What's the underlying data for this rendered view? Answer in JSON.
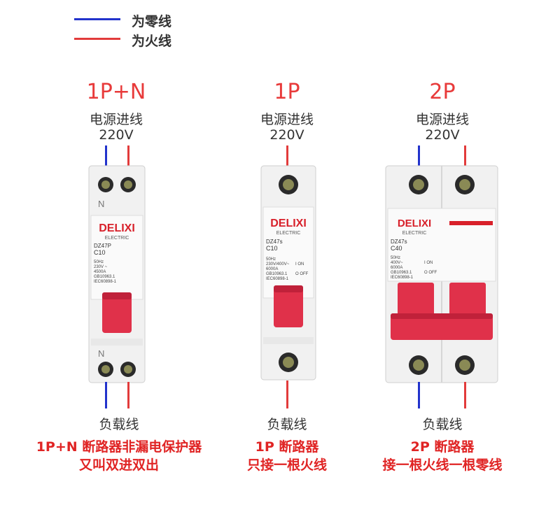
{
  "legend": {
    "neutral_label": "为零线",
    "live_label": "为火线",
    "neutral_color": "#2233cc",
    "live_color": "#e23b3b"
  },
  "breakers": [
    {
      "type": "1P+N",
      "input_label": "电源进线",
      "voltage": "220V",
      "brand": "DELIXI",
      "brand_sub": "ELECTRIC",
      "model": "DZ47P",
      "rating": "C10",
      "specs": [
        "50Hz",
        "230V ~",
        "4500A",
        "GB10963.1",
        "IEC60898-1"
      ],
      "neutral_marks": [
        "N",
        "N"
      ],
      "output_label": "负载线",
      "description": [
        "1P+N 断路器非漏电保护器",
        "又叫双进双出"
      ]
    },
    {
      "type": "1P",
      "input_label": "电源进线",
      "voltage": "220V",
      "brand": "DELIXI",
      "brand_sub": "ELECTRIC",
      "model": "DZ47s",
      "rating": "C10",
      "specs": [
        "50Hz",
        "230V/400V~",
        "6000A",
        "GB10963.1",
        "IEC60898-1"
      ],
      "switch_marks": [
        "I ON",
        "O OFF"
      ],
      "output_label": "负载线",
      "description": [
        "1P 断路器",
        "只接一根火线"
      ]
    },
    {
      "type": "2P",
      "input_label": "电源进线",
      "voltage": "220V",
      "brand": "DELIXI",
      "brand_sub": "ELECTRIC",
      "model": "DZ47s",
      "rating": "C40",
      "specs": [
        "50Hz",
        "400V~",
        "6000A",
        "GB10963.1",
        "IEC60898-1"
      ],
      "switch_marks": [
        "I ON",
        "O OFF"
      ],
      "output_label": "负载线",
      "description": [
        "2P 断路器",
        "接一根火线一根零线"
      ]
    }
  ]
}
